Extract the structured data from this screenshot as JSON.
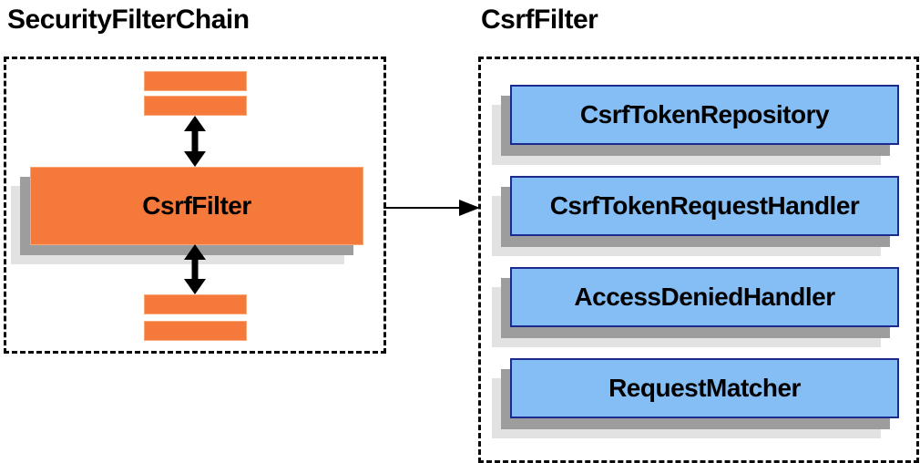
{
  "left_panel": {
    "title": "SecurityFilterChain",
    "node_label": "CsrfFilter"
  },
  "right_panel": {
    "title": "CsrfFilter",
    "items": [
      {
        "label": "CsrfTokenRepository"
      },
      {
        "label": "CsrfTokenRequestHandler"
      },
      {
        "label": "AccessDeniedHandler"
      },
      {
        "label": "RequestMatcher"
      }
    ]
  },
  "colors": {
    "orange": "#F4793B",
    "orange_light": "#F9A977",
    "blue_fill": "#85BEF5",
    "blue_border": "#1B2A8E",
    "shadow_dark": "#9D9D9D",
    "shadow_light": "#E2E2E2",
    "arrow": "#000000",
    "border": "#0A0A0A"
  }
}
